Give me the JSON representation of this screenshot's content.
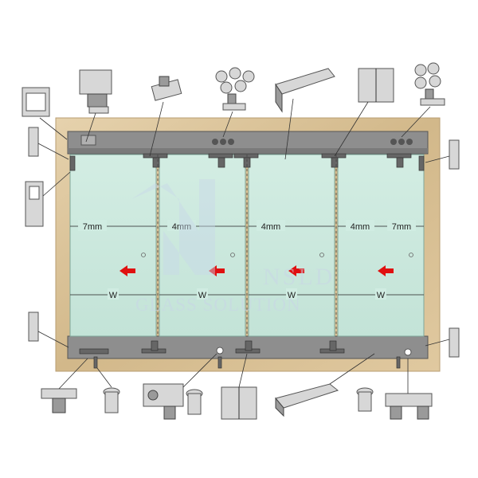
{
  "dimensions": {
    "gap_left": "7mm",
    "gap_between_1": "4mm",
    "gap_between_2": "4mm",
    "gap_between_3": "4mm",
    "gap_right": "7mm",
    "panel_width_label": "W"
  },
  "watermark": {
    "line1": "NSLD",
    "line2": "GLASS SOLUTION"
  },
  "colors": {
    "marble_frame": "#d9c29a",
    "glass": "#cde9de",
    "rail": "#8f8f8f",
    "arrow": "#e01010"
  },
  "panels": [
    {
      "direction": "left"
    },
    {
      "direction": "left"
    },
    {
      "direction": "left"
    },
    {
      "direction": "left"
    }
  ]
}
